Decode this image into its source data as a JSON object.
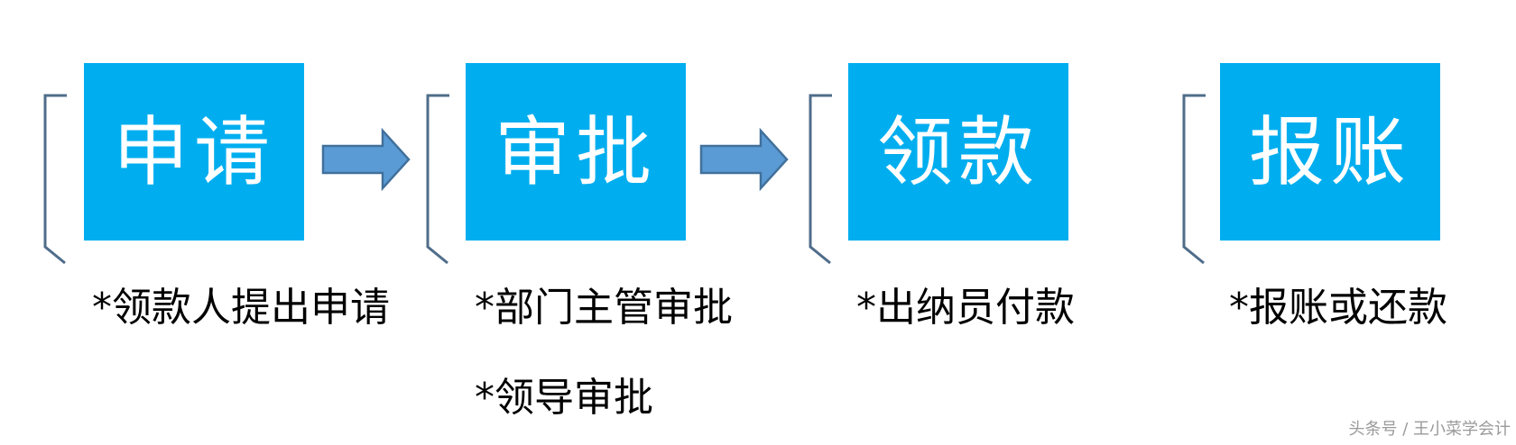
{
  "steps": [
    {
      "label": "申请",
      "notes": [
        "*领款人提出申请"
      ]
    },
    {
      "label": "审批",
      "notes": [
        "*部门主管审批",
        "*领导审批"
      ]
    },
    {
      "label": "领款",
      "notes": [
        "*出纳员付款"
      ]
    },
    {
      "label": "报账",
      "notes": [
        "*报账或还款"
      ]
    }
  ],
  "watermark": "头条号 / 王小菜学会计",
  "colors": {
    "box": "#00AEEF",
    "box_text": "#FFFFFF",
    "arrow_fill": "#5B9BD5",
    "arrow_stroke": "#41719C",
    "bracket": "#4F6D8A",
    "note_text": "#000000"
  }
}
